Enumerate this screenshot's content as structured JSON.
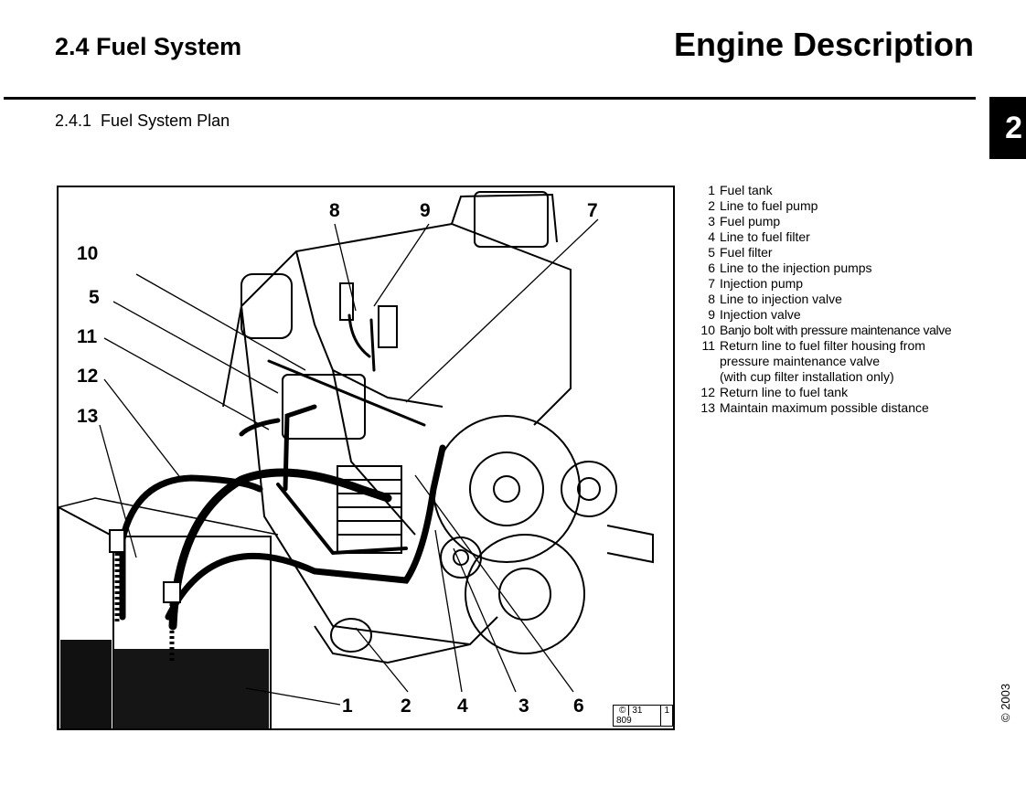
{
  "header": {
    "section_title": "2.4 Fuel System",
    "chapter_title": "Engine Description",
    "chapter_tab": "2"
  },
  "subsection": {
    "number": "2.4.1",
    "title": "Fuel System Plan"
  },
  "figure": {
    "callouts": [
      "1",
      "2",
      "3",
      "4",
      "5",
      "6",
      "7",
      "8",
      "9",
      "10",
      "11",
      "12",
      "13"
    ],
    "ref_symbol": "©",
    "ref_number": "31 809",
    "ref_page": "1"
  },
  "legend": [
    {
      "num": "1",
      "text": "Fuel tank"
    },
    {
      "num": "2",
      "text": "Line to fuel pump"
    },
    {
      "num": "3",
      "text": "Fuel pump"
    },
    {
      "num": "4",
      "text": "Line to fuel filter"
    },
    {
      "num": "5",
      "text": "Fuel filter"
    },
    {
      "num": "6",
      "text": "Line to the injection pumps"
    },
    {
      "num": "7",
      "text": "Injection pump"
    },
    {
      "num": "8",
      "text": "Line to injection valve"
    },
    {
      "num": "9",
      "text": "Injection valve"
    },
    {
      "num": "10",
      "text": "Banjo bolt with pressure maintenance valve"
    },
    {
      "num": "11",
      "text": "Return line to fuel filter housing  from",
      "cont": [
        "pressure maintenance valve",
        "(with cup filter installation only)"
      ]
    },
    {
      "num": "12",
      "text": "Return line to fuel tank"
    },
    {
      "num": "13",
      "text": "Maintain maximum possible distance"
    }
  ],
  "copyright": "© 2003"
}
